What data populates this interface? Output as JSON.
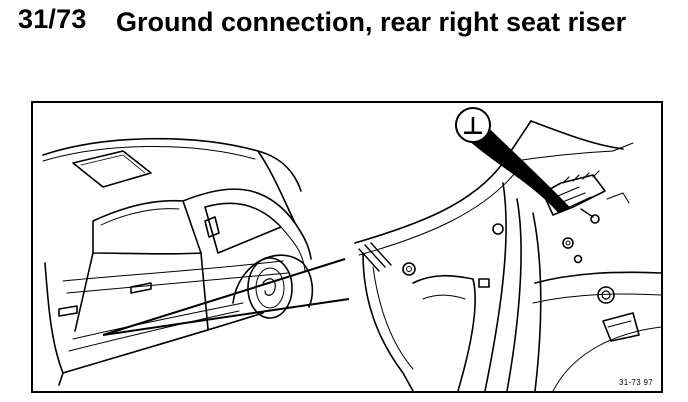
{
  "heading": {
    "number": "31/73",
    "title": "Ground connection, rear right seat riser"
  },
  "figure": {
    "ground_symbol_label": "⊥",
    "reference_code": "31-73 97",
    "icons": [
      "car-illustration",
      "ground-symbol-icon",
      "seat-riser-illustration"
    ]
  }
}
